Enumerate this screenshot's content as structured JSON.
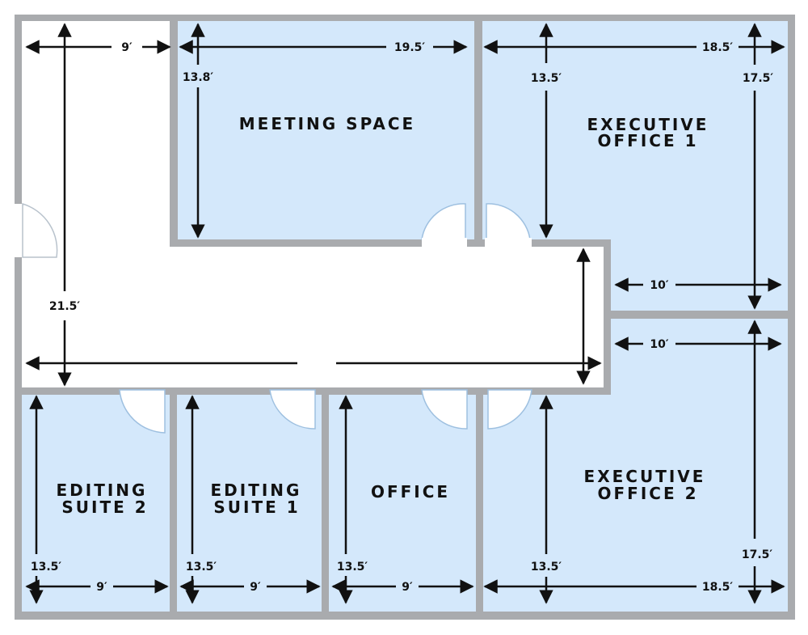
{
  "rooms": {
    "meeting_space": "Meeting space",
    "exec_office_1_line1": "Executive",
    "exec_office_1_line2": "Office 1",
    "exec_office_2_line1": "Executive",
    "exec_office_2_line2": "Office 2",
    "editing_suite_2_line1": "Editing",
    "editing_suite_2_line2": "Suite 2",
    "editing_suite_1_line1": "Editing",
    "editing_suite_1_line2": "Suite 1",
    "office": "Office"
  },
  "dimensions": {
    "hall_top_width": "9′",
    "meeting_width": "19.5′",
    "meeting_depth": "13.8′",
    "exec1_width": "18.5′",
    "exec1_depth": "13.5′",
    "exec1_full_depth": "17.5′",
    "exec1_notch_width": "10′",
    "hall_height": "21.5′",
    "exec2_notch_width": "10′",
    "edit2_depth": "13.5′",
    "edit2_width": "9′",
    "edit1_depth": "13.5′",
    "edit1_width": "9′",
    "office_depth": "13.5′",
    "office_width": "9′",
    "exec2_depth": "13.5′",
    "exec2_full_depth": "17.5′",
    "exec2_width": "18.5′"
  },
  "colors": {
    "room_fill": "#d4e8fb",
    "wall": "#a9abae",
    "hallway": "#ffffff"
  }
}
